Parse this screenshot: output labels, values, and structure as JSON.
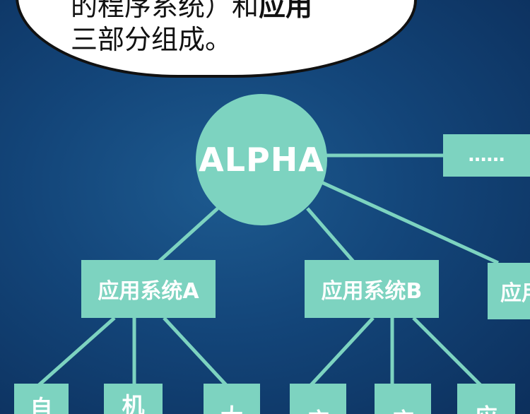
{
  "bubble": {
    "line1_a": "的程序系统）和",
    "line1_b": "应用",
    "line2": "三部分组成。"
  },
  "diagram": {
    "root": "ALPHA",
    "more": "……",
    "systems": [
      "应用系统A",
      "应用系统B",
      "应用"
    ],
    "leaves": [
      "自",
      "机",
      "大",
      "应",
      "应",
      "应"
    ]
  },
  "colors": {
    "node": "#7dd3c0",
    "background": "#134579",
    "text": "#ffffff"
  }
}
